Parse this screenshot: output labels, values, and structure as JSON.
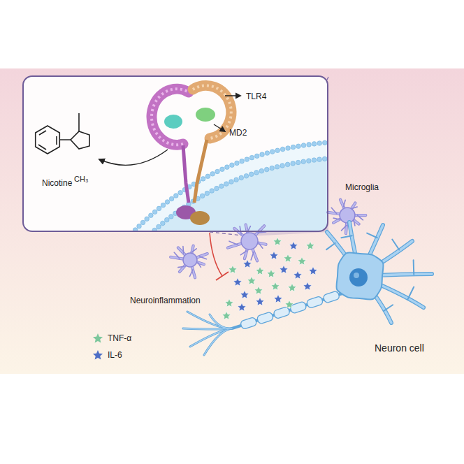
{
  "diagram": {
    "nodes": [
      {
        "text": [
          "CH₃",
          "Nicotine",
          "TLR4",
          "MD2"
        ]
      }
    ],
    "labels": [
      "Microglia",
      "Neuroinflammation",
      "Neuron cell"
    ],
    "legend": [
      {
        "text": "TNF-α",
        "color": "#7cc79c"
      },
      {
        "text": "IL-6",
        "color": "#4d6ec6"
      }
    ]
  }
}
